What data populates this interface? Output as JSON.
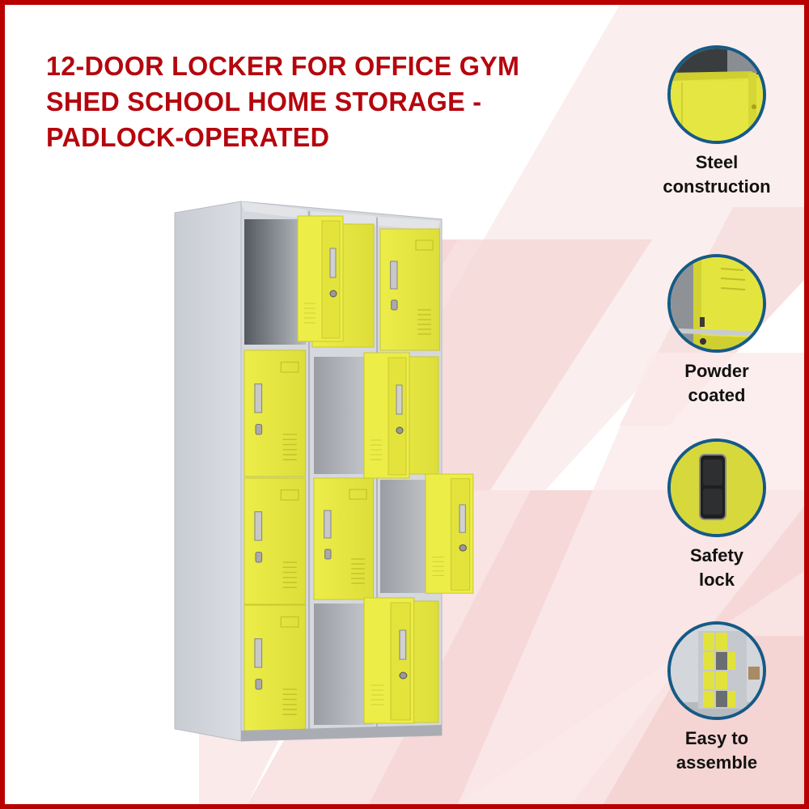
{
  "colors": {
    "border": "#b80000",
    "title": "#b5060d",
    "locker_body": "#d3d6dc",
    "locker_door": "#e6e640",
    "badge_ring": "#155a86",
    "stripe": "#f4d6d6"
  },
  "product": {
    "title_lines": [
      "12-DOOR LOCKER FOR OFFICE GYM",
      "SHED SCHOOL HOME STORAGE -",
      "PADLOCK-OPERATED"
    ],
    "door_count": 12,
    "layout": "3 columns x 4 rows",
    "door_states": [
      [
        "open-empty",
        "open",
        "closed"
      ],
      [
        "closed",
        "open-empty",
        "open"
      ],
      [
        "closed",
        "closed",
        "open"
      ],
      [
        "closed",
        "open-empty",
        "open"
      ]
    ]
  },
  "features": [
    {
      "icon": "steel-frame-icon",
      "label_lines": [
        "Steel",
        "construction"
      ]
    },
    {
      "icon": "powder-coat-icon",
      "label_lines": [
        "Powder",
        "coated"
      ]
    },
    {
      "icon": "safety-lock-icon",
      "label_lines": [
        "Safety",
        "lock"
      ]
    },
    {
      "icon": "assembled-locker-icon",
      "label_lines": [
        "Easy to",
        "assemble"
      ]
    }
  ]
}
